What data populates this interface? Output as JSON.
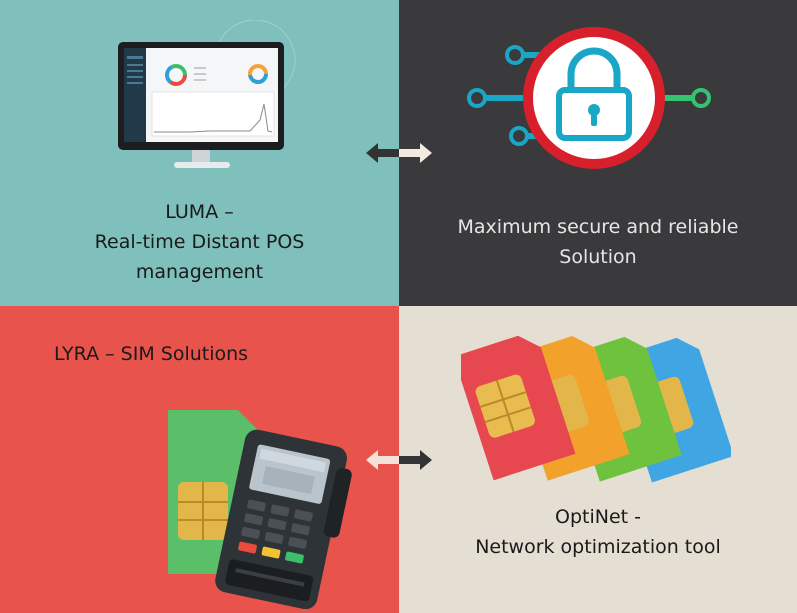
{
  "colors": {
    "teal": "#7fbfbc",
    "dark": "#3a3a3c",
    "coral": "#e8534b",
    "beige": "#e5ded2",
    "lock_red": "#d7202c",
    "lock_blue": "#1aa6c6",
    "lock_green": "#32c470"
  },
  "quadrants": {
    "luma": {
      "line1": "LUMA –",
      "line2": "Real-time Distant POS",
      "line3": "management",
      "icon": "monitor-dashboard-icon"
    },
    "secure": {
      "line1": "Maximum secure and reliable",
      "line2": "Solution",
      "icon": "padlock-icon"
    },
    "lyra": {
      "line1": "LYRA – SIM Solutions",
      "icon": "pos-terminal-icon"
    },
    "optinet": {
      "line1": "OptiNet -",
      "line2": "Network optimization tool",
      "icon": "sim-cards-icon"
    }
  },
  "arrows": {
    "top": "double-arrow-icon",
    "bottom": "double-arrow-icon"
  }
}
